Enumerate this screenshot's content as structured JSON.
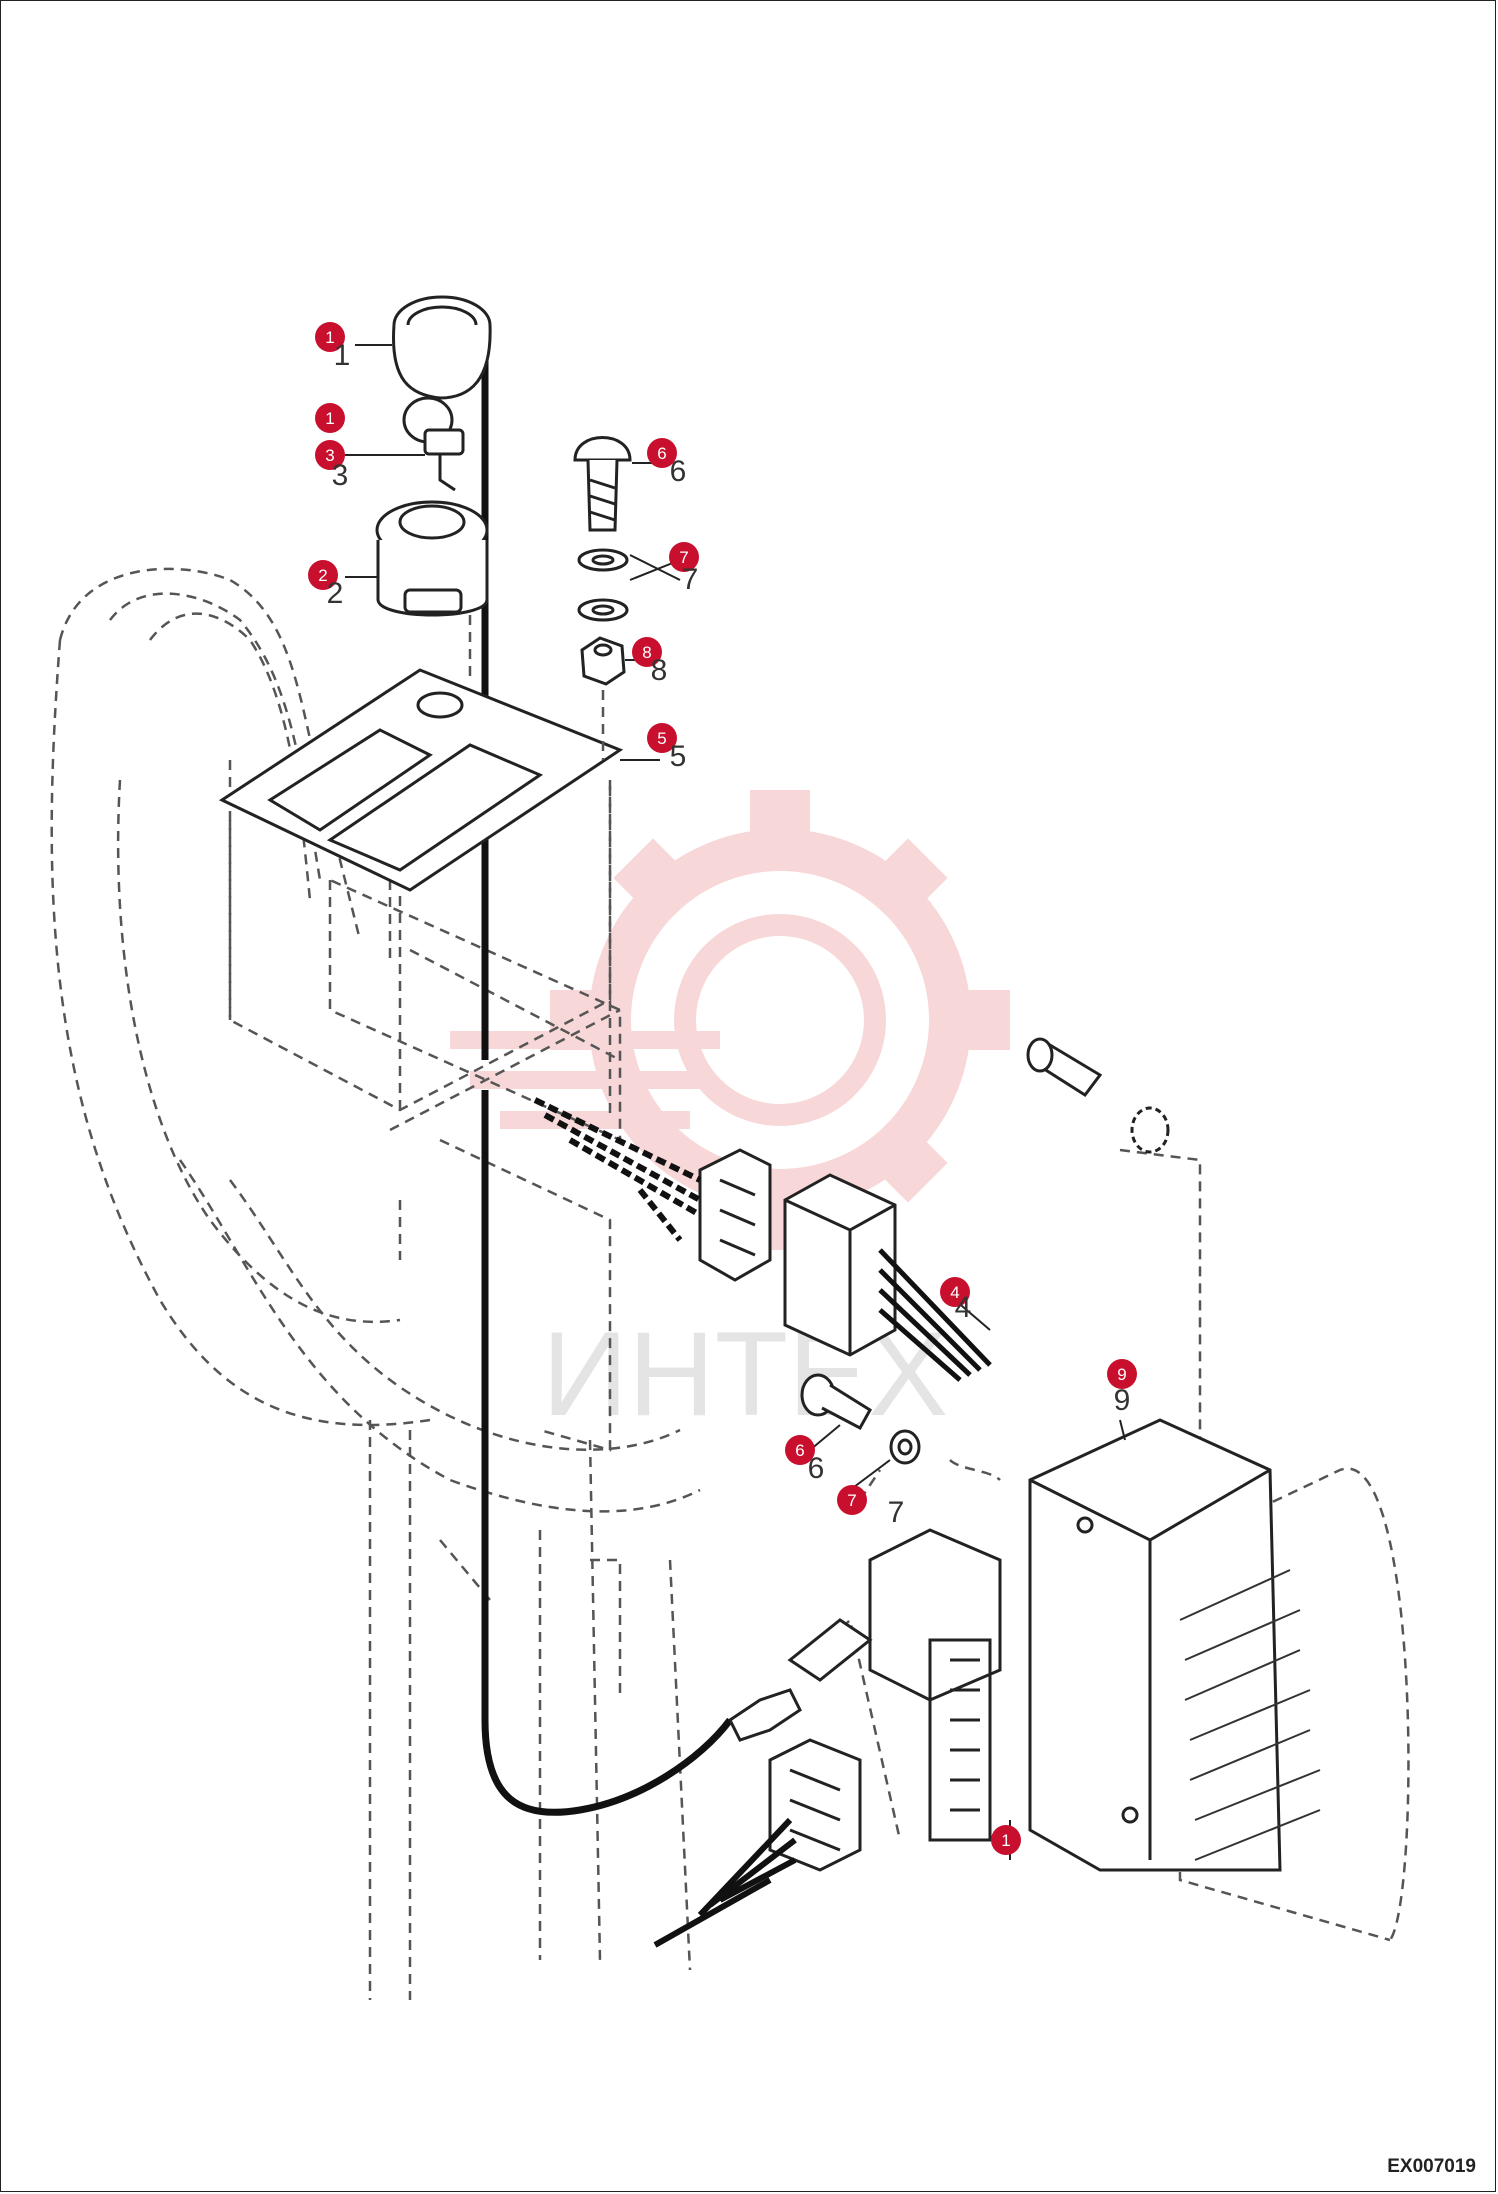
{
  "drawing_code": "EX007019",
  "watermark": "ИНТЕХ",
  "callouts": [
    {
      "id": "c-key-cap",
      "number": "1",
      "digit": "1"
    },
    {
      "id": "c-key",
      "number": "1"
    },
    {
      "id": "c-key-3",
      "number": "3",
      "digit": "3"
    },
    {
      "id": "c-ignition-switch",
      "number": "2",
      "digit": "2"
    },
    {
      "id": "c-screw-top",
      "number": "6",
      "digit": "6"
    },
    {
      "id": "c-washers-top",
      "number": "7",
      "digit": "7"
    },
    {
      "id": "c-nut",
      "number": "8",
      "digit": "8"
    },
    {
      "id": "c-plate",
      "number": "5",
      "digit": "5"
    },
    {
      "id": "c-relay",
      "number": "4",
      "digit": "4"
    },
    {
      "id": "c-fuse-box",
      "number": "9",
      "digit": "9"
    },
    {
      "id": "c-screw-bottom",
      "number": "6",
      "digit": "6"
    },
    {
      "id": "c-washer-bottom",
      "number": "7",
      "digit": "7"
    },
    {
      "id": "c-harness",
      "number": "1",
      "digit": "1"
    }
  ],
  "colors": {
    "callout_fill": "#c8102e",
    "line": "#333333",
    "watermark": "#f2b8b8"
  }
}
